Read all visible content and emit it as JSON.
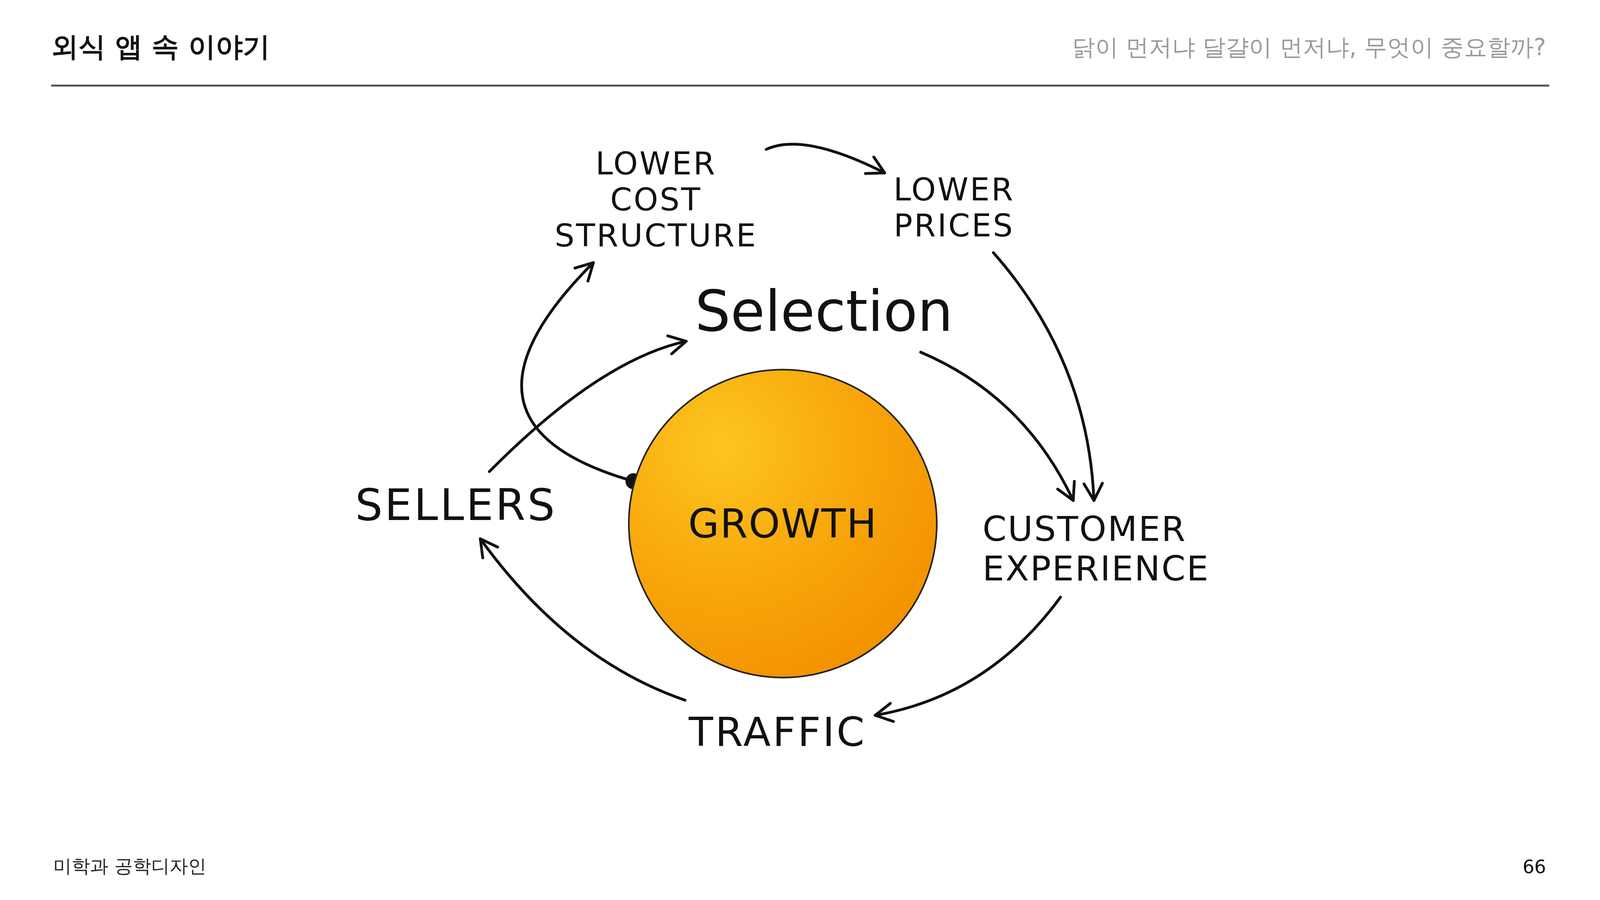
{
  "diagram": {
    "title": "외식 앱 속 이야기",
    "nodes": [
      {
        "text": [
          "LOWER COST STRUCTURE"
        ]
      },
      {
        "text": [
          "LOWER PRICES"
        ]
      },
      {
        "text": [
          "Selection"
        ]
      },
      {
        "text": [
          "GROWTH"
        ]
      },
      {
        "text": [
          "CUSTOMER EXPERIENCE"
        ]
      },
      {
        "text": [
          "TRAFFIC"
        ]
      },
      {
        "text": [
          "SELLERS"
        ]
      }
    ],
    "edges": [
      {
        "from": 0,
        "to": 1,
        "arrow": "to"
      },
      {
        "from": 1,
        "to": 4,
        "arrow": "to"
      },
      {
        "from": 2,
        "to": 4,
        "arrow": "to"
      },
      {
        "from": 4,
        "to": 5,
        "arrow": "to"
      },
      {
        "from": 5,
        "to": 6,
        "arrow": "to"
      },
      {
        "from": 6,
        "to": 2,
        "arrow": "to"
      },
      {
        "from": 3,
        "to": 0,
        "arrow": "to"
      }
    ],
    "labels": [
      "닭이 먼저냐 달걀이 먼저냐, 무엇이 중요할까?",
      "미학과 공학디자인",
      "66"
    ]
  }
}
